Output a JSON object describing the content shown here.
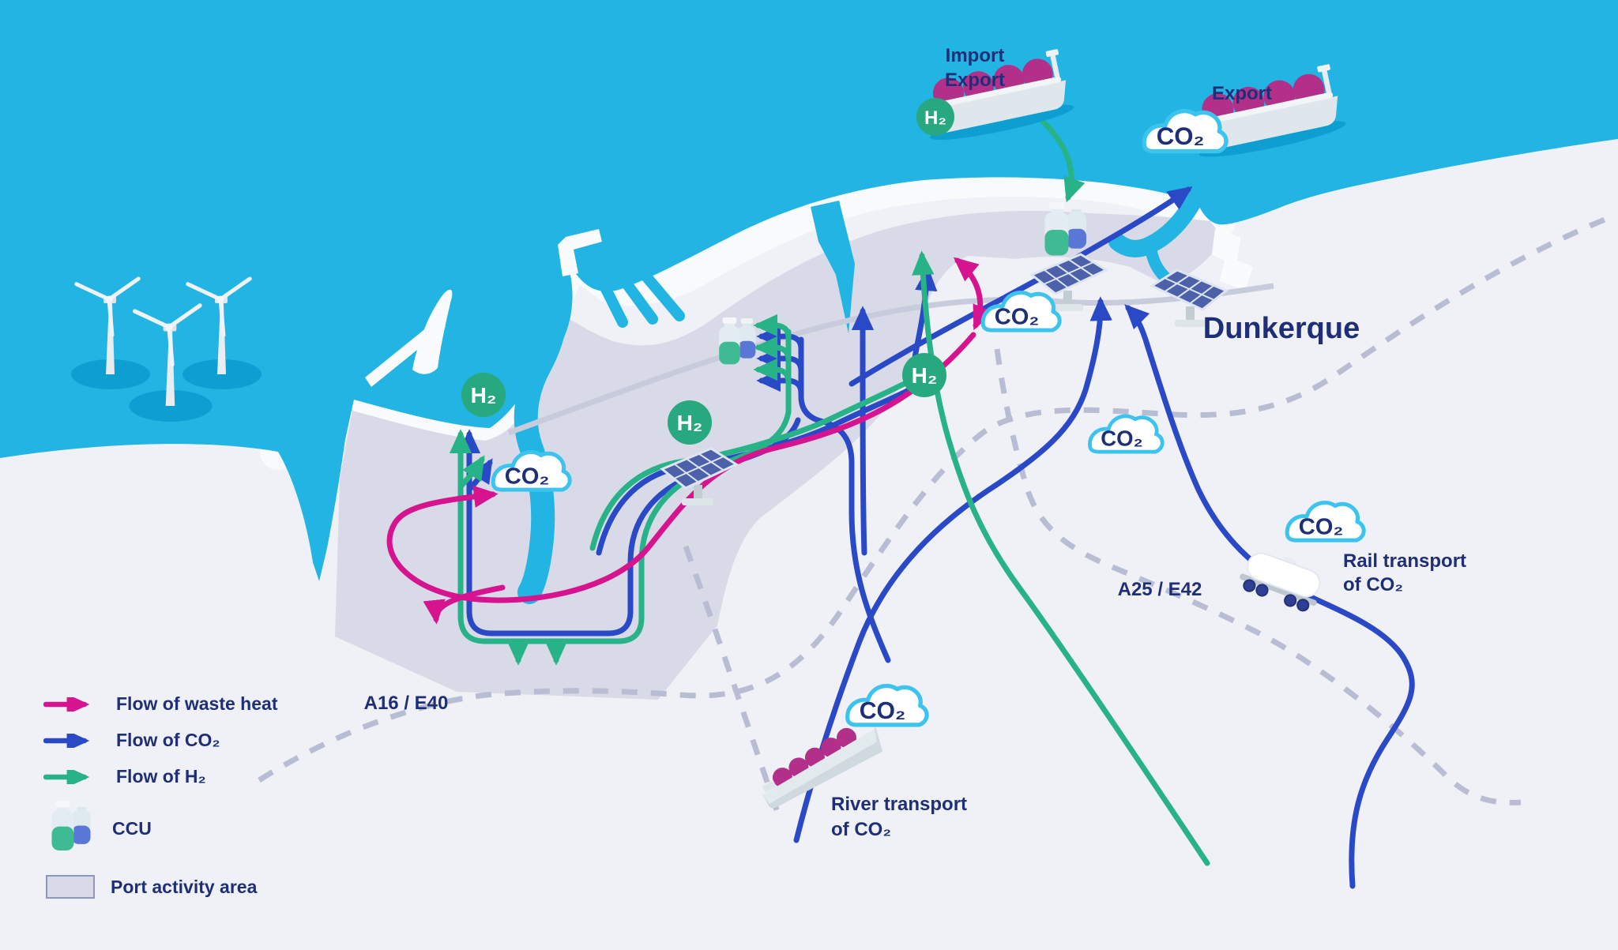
{
  "map": {
    "city_label": "Dunkerque",
    "ship_import_export": {
      "line1": "Import",
      "line2": "Export"
    },
    "ship_export": {
      "label": "Export"
    },
    "rail": {
      "line1": "Rail transport",
      "line2": "of CO₂"
    },
    "river": {
      "line1": "River transport",
      "line2": "of CO₂"
    },
    "roads": {
      "southwest": "A16 / E40",
      "southeast": "A25 / E42"
    },
    "badges": {
      "h2": "H₂",
      "co2": "CO₂"
    }
  },
  "legend": {
    "flow_waste_heat": "Flow of waste heat",
    "flow_co2": "Flow of CO₂",
    "flow_h2": "Flow of H₂",
    "ccu": "CCU",
    "port_activity_area": "Port activity area"
  },
  "colors": {
    "sea": "#22b4e2",
    "land": "#f0f1f6",
    "coast_strip": "#f8fafc",
    "port_area": "#d8dae8",
    "waste_heat": "#d6148f",
    "co2_flow": "#2a49c6",
    "h2_flow": "#27b287",
    "h2_badge": "#28a87e",
    "navy_text": "#1e2f78",
    "cloud_border": "#3cc3ee",
    "road_dash": "#b9bdd4",
    "turbine_shadow": "#0d9fd2"
  }
}
